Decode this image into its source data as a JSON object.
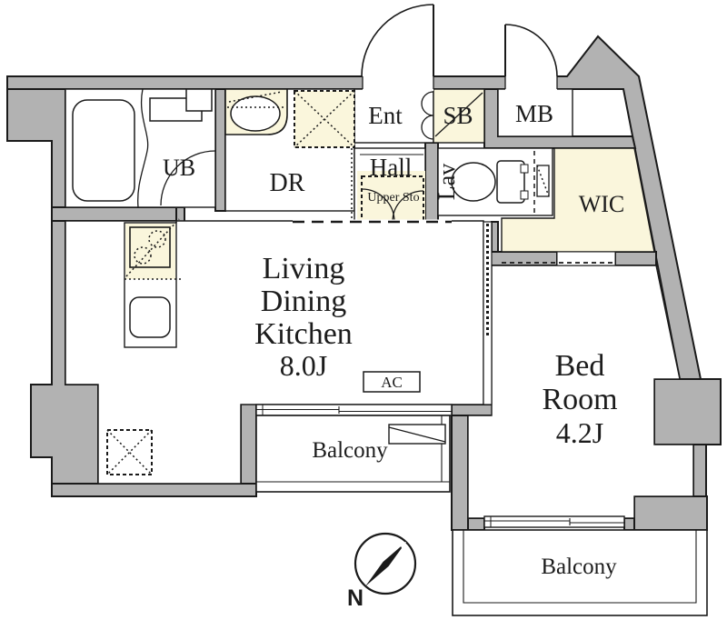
{
  "meta": {
    "kind": "apartment-floor-plan"
  },
  "colors": {
    "wall_gray": "#b2b2b2",
    "floor_white": "#ffffff",
    "fixture_cream": "#faf6dc",
    "line_black": "#1a1a1a"
  },
  "rooms": {
    "unit_bath": {
      "label": "UB"
    },
    "dressing_room": {
      "label": "DR"
    },
    "entrance": {
      "label": "Ent"
    },
    "shoe_box": {
      "label": "SB"
    },
    "meter_box": {
      "label": "MB"
    },
    "hall": {
      "label": "Hall",
      "storage_label": "Upper Sto"
    },
    "lavatory": {
      "label": "Lav"
    },
    "walk_in_closet": {
      "label": "WIC"
    },
    "ldk": {
      "lines": [
        "Living",
        "Dining",
        "Kitchen"
      ],
      "size": "8.0J"
    },
    "bedroom": {
      "lines": [
        "Bed",
        "Room"
      ],
      "size": "4.2J"
    },
    "balcony_main": {
      "label": "Balcony"
    },
    "balcony_bedroom": {
      "label": "Balcony"
    },
    "ac_unit": {
      "label": "AC"
    },
    "compass": {
      "north_label": "N"
    }
  }
}
